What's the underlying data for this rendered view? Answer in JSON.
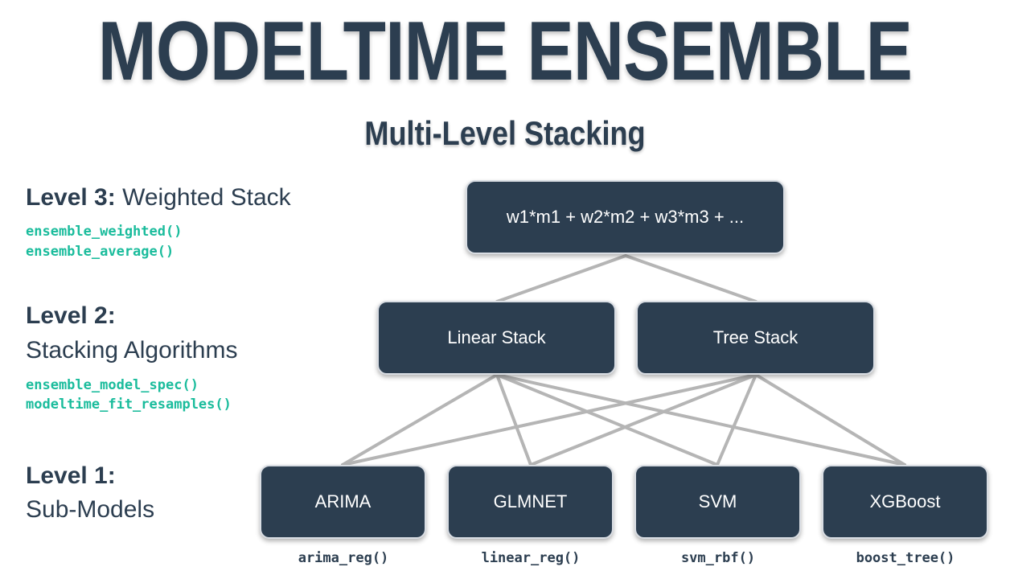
{
  "title": "MODELTIME ENSEMBLE",
  "subtitle": "Multi-Level Stacking",
  "levels": {
    "level3": {
      "label": "Level 3:",
      "description": "Weighted Stack",
      "functions": [
        "ensemble_weighted()",
        "ensemble_average()"
      ]
    },
    "level2": {
      "label": "Level 2:",
      "description": "Stacking Algorithms",
      "functions": [
        "ensemble_model_spec()",
        "modeltime_fit_resamples()"
      ]
    },
    "level1": {
      "label": "Level 1:",
      "description": "Sub-Models"
    }
  },
  "nodes": {
    "top": "w1*m1 + w2*m2 + w3*m3 + ...",
    "stacks": [
      "Linear Stack",
      "Tree Stack"
    ],
    "models": [
      "ARIMA",
      "GLMNET",
      "SVM",
      "XGBoost"
    ],
    "model_functions": [
      "arima_reg()",
      "linear_reg()",
      "svm_rbf()",
      "boost_tree()"
    ]
  },
  "colors": {
    "node_fill": "#2c3e50",
    "text_dark": "#2c3e50",
    "code_green": "#1abc9c",
    "edge": "#b5b5b5"
  }
}
